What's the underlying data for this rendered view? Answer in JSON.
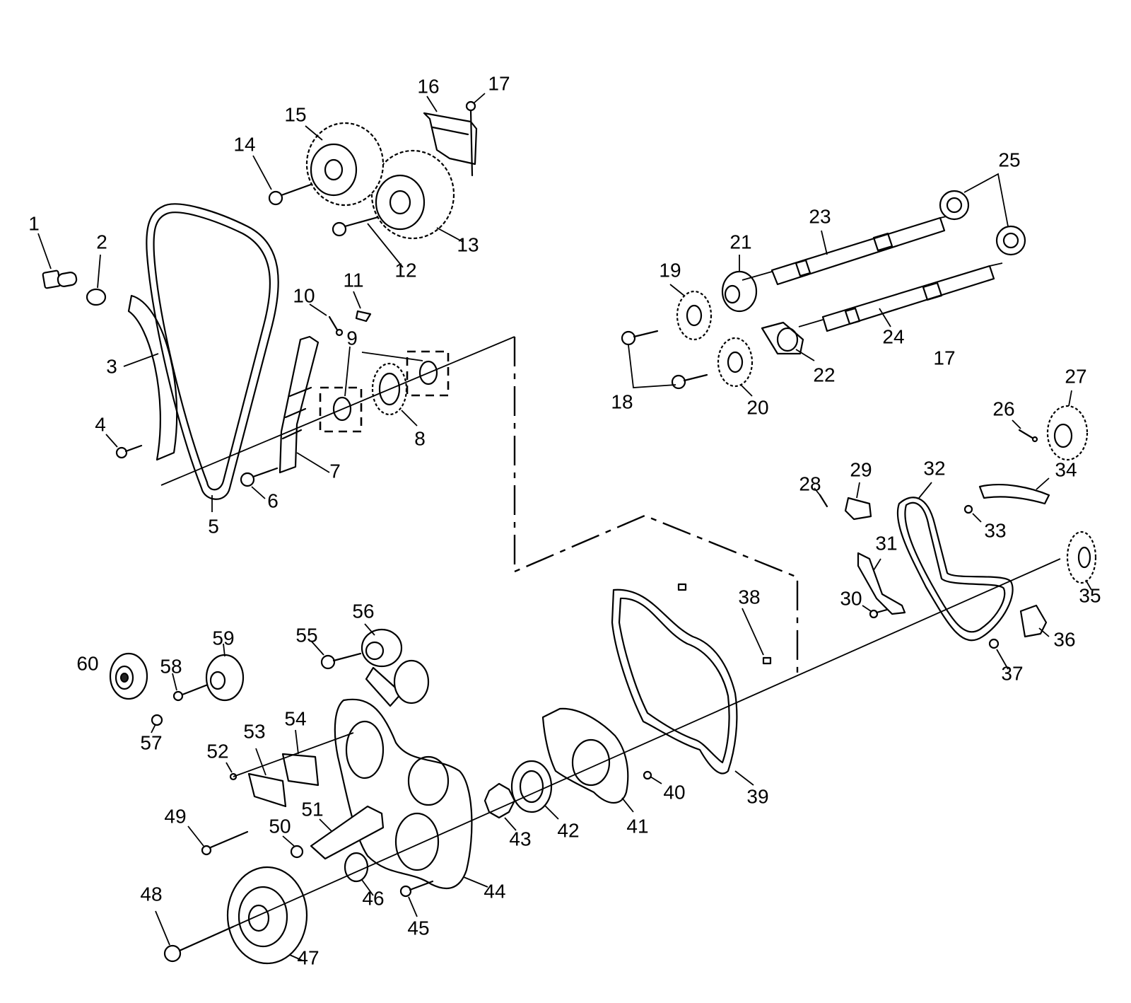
{
  "callouts": {
    "c1": "1",
    "c2": "2",
    "c3": "3",
    "c4": "4",
    "c5": "5",
    "c6": "6",
    "c7": "7",
    "c8": "8",
    "c9": "9",
    "c10": "10",
    "c11": "11",
    "c12": "12",
    "c13": "13",
    "c14": "14",
    "c15": "15",
    "c16": "16",
    "c17a": "17",
    "c17b": "17",
    "c18": "18",
    "c19": "19",
    "c20": "20",
    "c21": "21",
    "c22": "22",
    "c23": "23",
    "c24": "24",
    "c25": "25",
    "c26": "26",
    "c27": "27",
    "c28": "28",
    "c29": "29",
    "c30": "30",
    "c31": "31",
    "c32": "32",
    "c33": "33",
    "c34": "34",
    "c35": "35",
    "c36": "36",
    "c37": "37",
    "c38": "38",
    "c39": "39",
    "c40": "40",
    "c41": "41",
    "c42": "42",
    "c43": "43",
    "c44": "44",
    "c45": "45",
    "c46": "46",
    "c47": "47",
    "c48": "48",
    "c49": "49",
    "c50": "50",
    "c51": "51",
    "c52": "52",
    "c53": "53",
    "c54": "54",
    "c55": "55",
    "c56": "56",
    "c57": "57",
    "c58": "58",
    "c59": "59",
    "c60": "60"
  }
}
